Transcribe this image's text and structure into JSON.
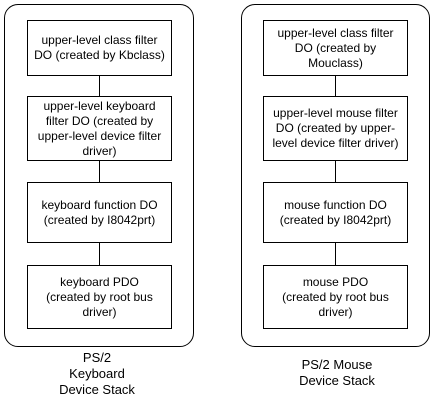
{
  "keyboard_stack": {
    "boxes": [
      {
        "text": "upper-level class filter\nDO (created by Kbclass)"
      },
      {
        "text": "upper-level keyboard\nfilter DO (created by\nupper-level device filter\ndriver)"
      },
      {
        "text": "keyboard function DO\n(created by I8042prt)"
      },
      {
        "text": "keyboard PDO\n(created by root  bus\ndriver)"
      }
    ],
    "label": "PS/2\nKeyboard\nDevice Stack"
  },
  "mouse_stack": {
    "boxes": [
      {
        "text": "upper-level class filter\nDO (created by\nMouclass)"
      },
      {
        "text": "upper-level mouse filter\nDO (created by upper-\nlevel device filter driver)"
      },
      {
        "text": "mouse function DO\n(created by I8042prt)"
      },
      {
        "text": "mouse PDO\n(created by root  bus\ndriver)"
      }
    ],
    "label": "PS/2 Mouse\nDevice Stack"
  }
}
